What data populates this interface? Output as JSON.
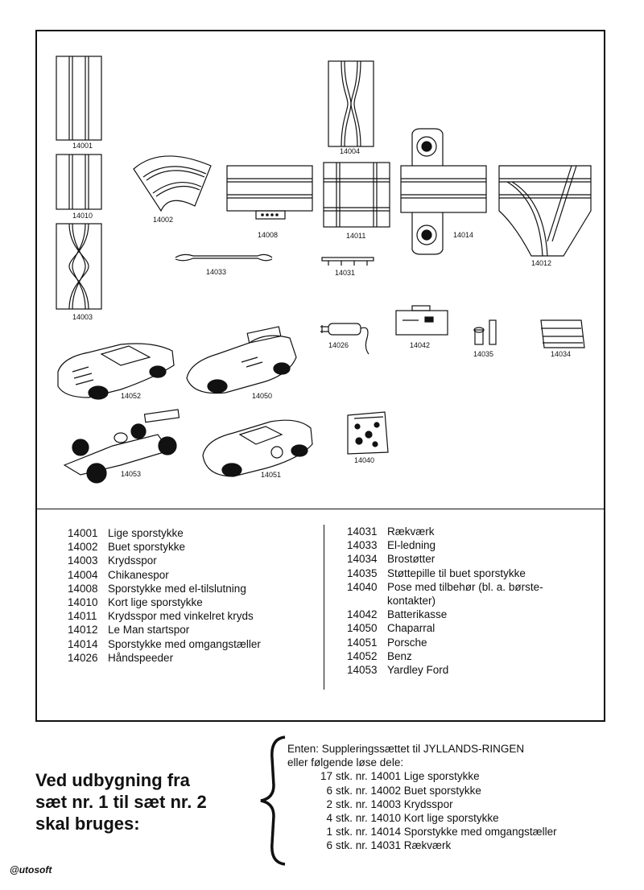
{
  "figure_labels": {
    "p14001": "14001",
    "p14010": "14010",
    "p14003": "14003",
    "p14002": "14002",
    "p14008": "14008",
    "p14004": "14004",
    "p14011": "14011",
    "p14014": "14014",
    "p14012": "14012",
    "p14033": "14033",
    "p14031": "14031",
    "p14026": "14026",
    "p14042": "14042",
    "p14035": "14035",
    "p14034": "14034",
    "p14052": "14052",
    "p14050": "14050",
    "p14053": "14053",
    "p14051": "14051",
    "p14040": "14040"
  },
  "legend_left": [
    {
      "num": "14001",
      "desc": "Lige sporstykke"
    },
    {
      "num": "14002",
      "desc": "Buet sporstykke"
    },
    {
      "num": "14003",
      "desc": "Krydsspor"
    },
    {
      "num": "14004",
      "desc": "Chikanespor"
    },
    {
      "num": "14008",
      "desc": "Sporstykke med el-tilslutning"
    },
    {
      "num": "14010",
      "desc": "Kort lige sporstykke"
    },
    {
      "num": "14011",
      "desc": "Krydsspor med vinkelret kryds"
    },
    {
      "num": "14012",
      "desc": "Le Man startspor"
    },
    {
      "num": "14014",
      "desc": "Sporstykke med omgangstæller"
    },
    {
      "num": "14026",
      "desc": "Håndspeeder"
    }
  ],
  "legend_right": [
    {
      "num": "14031",
      "desc": "Rækværk"
    },
    {
      "num": "14033",
      "desc": "El-ledning"
    },
    {
      "num": "14034",
      "desc": "Brostøtter"
    },
    {
      "num": "14035",
      "desc": "Støttepille til buet sporstykke"
    },
    {
      "num": "14040",
      "desc": "Pose med tilbehør (bl. a. børste-"
    },
    {
      "num": "",
      "desc": "kontakter)"
    },
    {
      "num": "14042",
      "desc": "Batterikasse"
    },
    {
      "num": "14050",
      "desc": "Chaparral"
    },
    {
      "num": "14051",
      "desc": "Porsche"
    },
    {
      "num": "14052",
      "desc": "Benz"
    },
    {
      "num": "14053",
      "desc": "Yardley Ford"
    }
  ],
  "headline": {
    "line1": "Ved udbygning fra",
    "line2": "sæt nr. 1 til sæt nr. 2",
    "line3": "skal bruges:"
  },
  "kit": {
    "intro1": "Enten: Suppleringssættet til JYLLANDS-RINGEN",
    "intro2": "eller følgende løse dele:",
    "items": [
      {
        "qty": "17",
        "text": "stk. nr. 14001 Lige sporstykke"
      },
      {
        "qty": "6",
        "text": "stk. nr. 14002 Buet sporstykke"
      },
      {
        "qty": "2",
        "text": "stk. nr. 14003 Krydsspor"
      },
      {
        "qty": "4",
        "text": "stk. nr. 14010 Kort lige sporstykke"
      },
      {
        "qty": "1",
        "text": "stk. nr. 14014 Sporstykke med omgangstæller"
      },
      {
        "qty": "6",
        "text": "stk. nr. 14031 Rækværk"
      }
    ]
  },
  "brand": "@utosoft"
}
